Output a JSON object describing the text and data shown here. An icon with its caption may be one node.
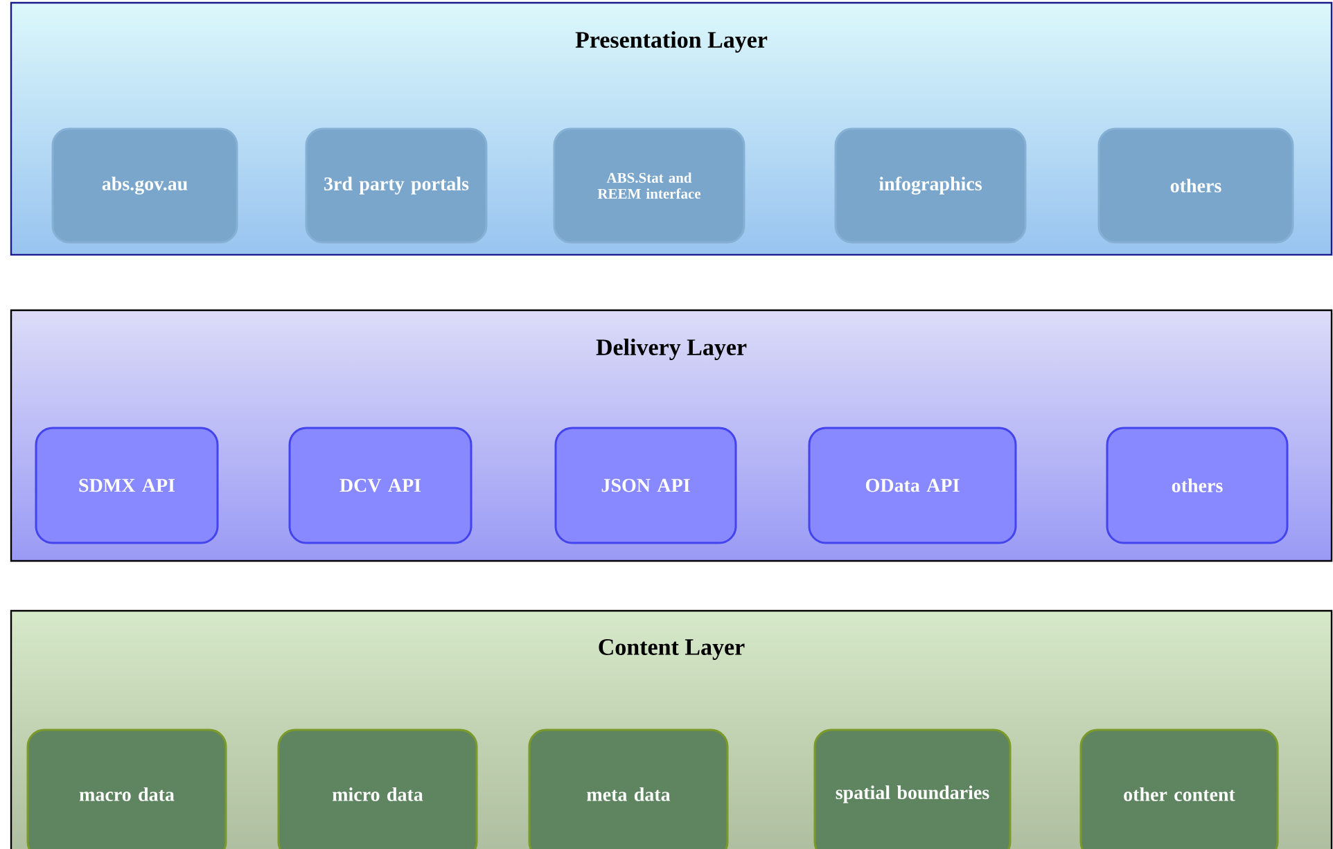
{
  "diagram": {
    "nodes": [
      {
        "text": [
          "Presentation Layer"
        ]
      },
      {
        "text": [
          "abs.gov.au"
        ],
        "in": 0
      },
      {
        "text": [
          "3rd party portals"
        ],
        "in": 0
      },
      {
        "text": [
          "ABS.Stat and REEM interface"
        ],
        "in": 0
      },
      {
        "text": [
          "infographics"
        ],
        "in": 0
      },
      {
        "text": [
          "others"
        ],
        "in": 0
      },
      {
        "text": [
          "Delivery Layer"
        ]
      },
      {
        "text": [
          "SDMX API"
        ],
        "in": 6
      },
      {
        "text": [
          "DCV API"
        ],
        "in": 6
      },
      {
        "text": [
          "JSON API"
        ],
        "in": 6
      },
      {
        "text": [
          "OData API"
        ],
        "in": 6
      },
      {
        "text": [
          "others"
        ],
        "in": 6
      },
      {
        "text": [
          "Content Layer"
        ]
      },
      {
        "text": [
          "macro data"
        ],
        "in": 12
      },
      {
        "text": [
          "micro data"
        ],
        "in": 12
      },
      {
        "text": [
          "meta data"
        ],
        "in": 12
      },
      {
        "text": [
          "spatial boundaries"
        ],
        "in": 12
      },
      {
        "text": [
          "other content"
        ],
        "in": 12
      }
    ]
  }
}
